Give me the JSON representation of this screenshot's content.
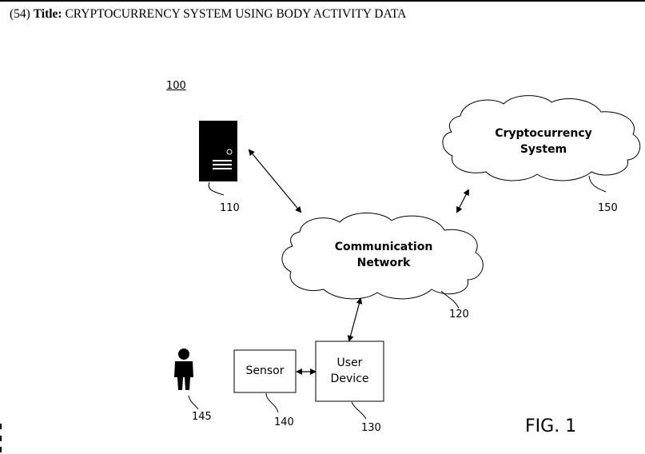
{
  "header": {
    "code": "(54)",
    "title_label": "Title:",
    "title_text": "CRYPTOCURRENCY  SYSTEM USING BODY ACTIVITY DATA"
  },
  "figure": {
    "system_ref": "100",
    "figure_label": "FIG. 1",
    "server": {
      "ref": "110"
    },
    "network": {
      "line1": "Communication",
      "line2": "Network",
      "ref": "120"
    },
    "crypto": {
      "line1": "Cryptocurrency",
      "line2": "System",
      "ref": "150"
    },
    "user_device": {
      "line1": "User",
      "line2": "Device",
      "ref": "130"
    },
    "sensor": {
      "label": "Sensor",
      "ref": "140"
    },
    "person": {
      "ref": "145"
    }
  },
  "icons": [
    "server-icon",
    "person-icon",
    "cloud-shape"
  ]
}
